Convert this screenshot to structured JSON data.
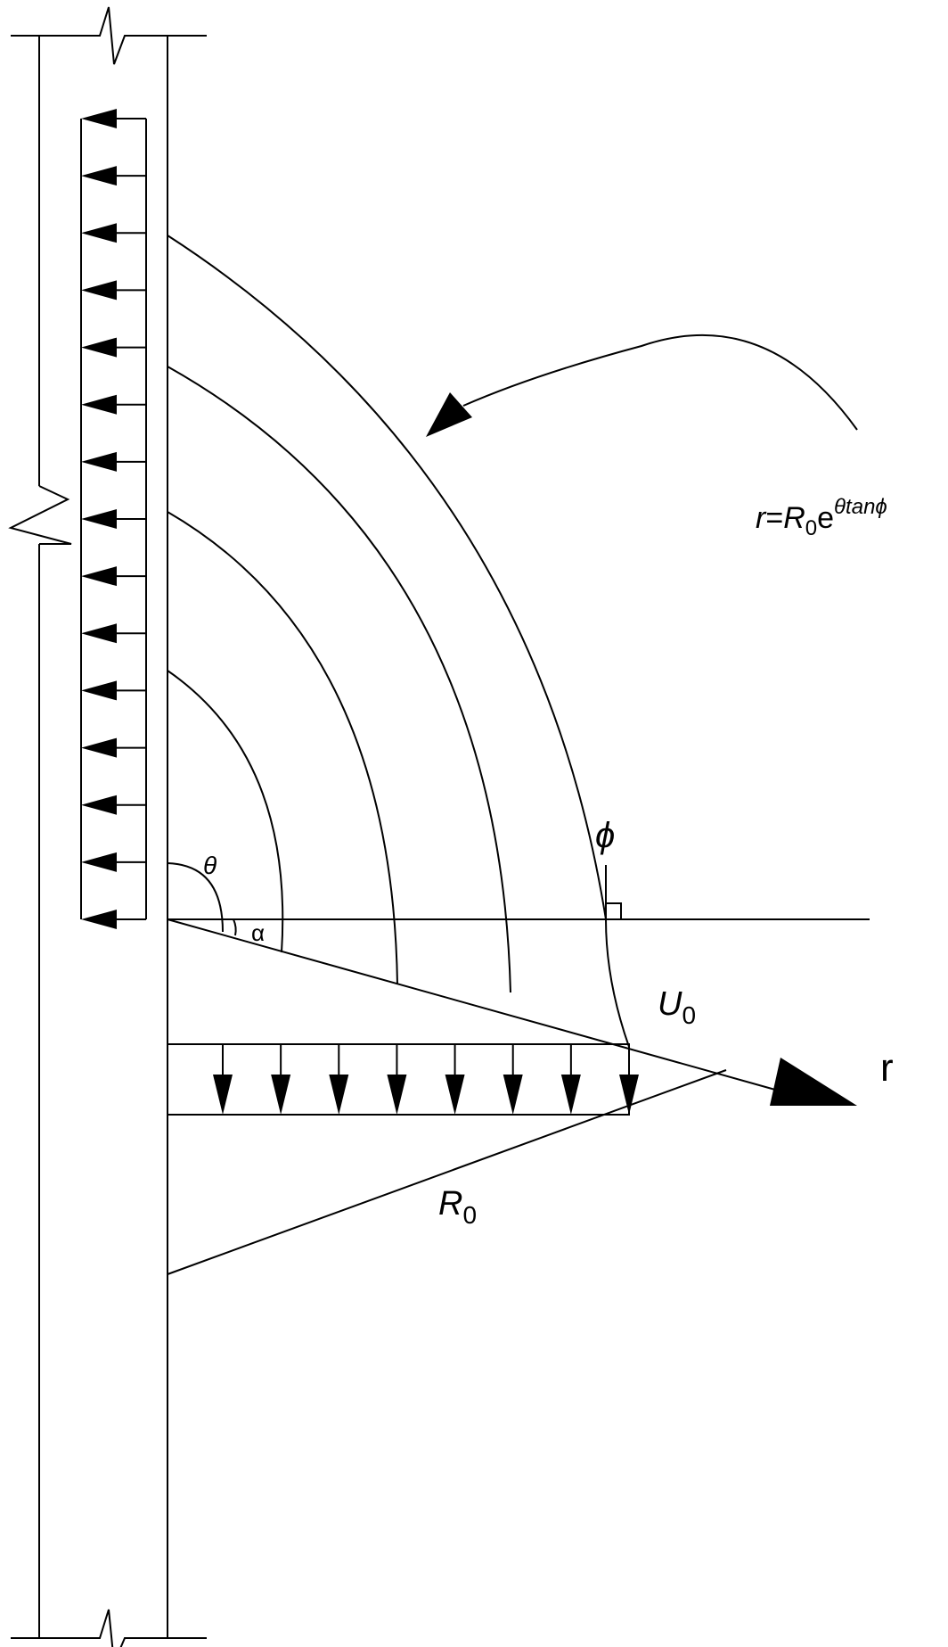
{
  "labels": {
    "formula": {
      "r": "r",
      "eq": "=",
      "R": "R",
      "sub0": "0",
      "e": "e",
      "exp": "θtanϕ"
    },
    "phi": "ϕ",
    "theta": "θ",
    "alpha": "α",
    "U0": {
      "main": "U",
      "sub": "0"
    },
    "R0": {
      "main": "R",
      "sub": "0"
    },
    "r_axis": "r"
  }
}
